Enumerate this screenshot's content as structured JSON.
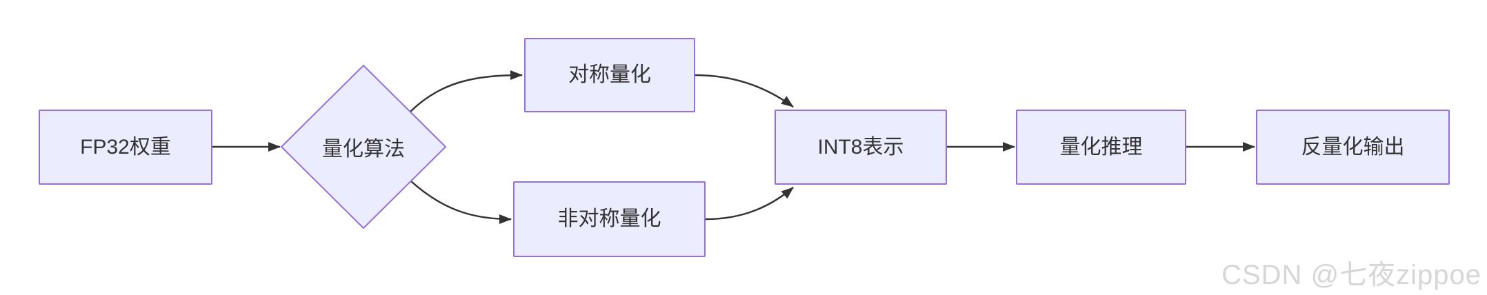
{
  "diagram": {
    "type": "flowchart",
    "direction": "left-to-right",
    "nodes": [
      {
        "id": "fp32",
        "label": "FP32权重",
        "shape": "rect"
      },
      {
        "id": "algo",
        "label": "量化算法",
        "shape": "diamond"
      },
      {
        "id": "sym",
        "label": "对称量化",
        "shape": "rect"
      },
      {
        "id": "asym",
        "label": "非对称量化",
        "shape": "rect"
      },
      {
        "id": "int8",
        "label": "INT8表示",
        "shape": "rect"
      },
      {
        "id": "infer",
        "label": "量化推理",
        "shape": "rect"
      },
      {
        "id": "dequant",
        "label": "反量化输出",
        "shape": "rect"
      }
    ],
    "edges": [
      {
        "from": "FP32权重",
        "to": "量化算法"
      },
      {
        "from": "量化算法",
        "to": "对称量化"
      },
      {
        "from": "量化算法",
        "to": "非对称量化"
      },
      {
        "from": "对称量化",
        "to": "INT8表示"
      },
      {
        "from": "非对称量化",
        "to": "INT8表示"
      },
      {
        "from": "INT8表示",
        "to": "量化推理"
      },
      {
        "from": "量化推理",
        "to": "反量化输出"
      }
    ],
    "colors": {
      "node_fill": "#ECECFF",
      "node_border": "#9370DB",
      "edge": "#333333",
      "text": "#333333"
    }
  },
  "watermark": {
    "text": "CSDN @七夜zippoe",
    "color": "#D6D6D6"
  }
}
